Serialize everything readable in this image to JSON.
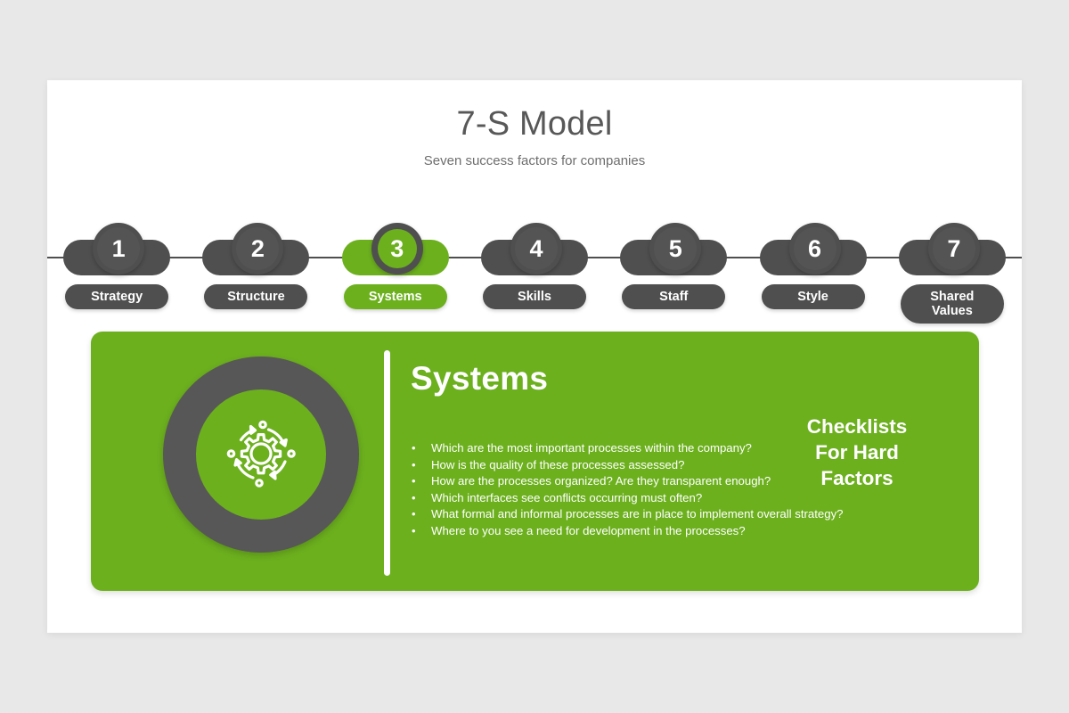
{
  "theme": {
    "background": "#e8e8e8",
    "slide_background": "#ffffff",
    "accent_green": "#6cb01e",
    "dark_gray": "#4f4f4f",
    "title_gray": "#585858",
    "white": "#ffffff"
  },
  "header": {
    "title": "7-S Model",
    "subtitle": "Seven success factors for companies"
  },
  "timeline": {
    "steps": [
      {
        "number": "1",
        "label": "Strategy",
        "active": false
      },
      {
        "number": "2",
        "label": "Structure",
        "active": false
      },
      {
        "number": "3",
        "label": "Systems",
        "active": true
      },
      {
        "number": "4",
        "label": "Skills",
        "active": false
      },
      {
        "number": "5",
        "label": "Staff",
        "active": false
      },
      {
        "number": "6",
        "label": "Style",
        "active": false
      },
      {
        "number": "7",
        "label": "Shared\nValues",
        "active": false
      }
    ]
  },
  "panel": {
    "icon": "gear-process-cycle-icon",
    "title": "Systems",
    "bullets": [
      "Which are the most important processes within the company?",
      "How is the quality of these processes assessed?",
      "How are the processes organized? Are they transparent enough?",
      "Which interfaces see conflicts occurring must often?",
      "What formal and informal processes are in place to implement overall strategy?",
      "Where to you see a need for development in the processes?"
    ],
    "sidenote": "Checklists\nFor Hard\nFactors"
  }
}
